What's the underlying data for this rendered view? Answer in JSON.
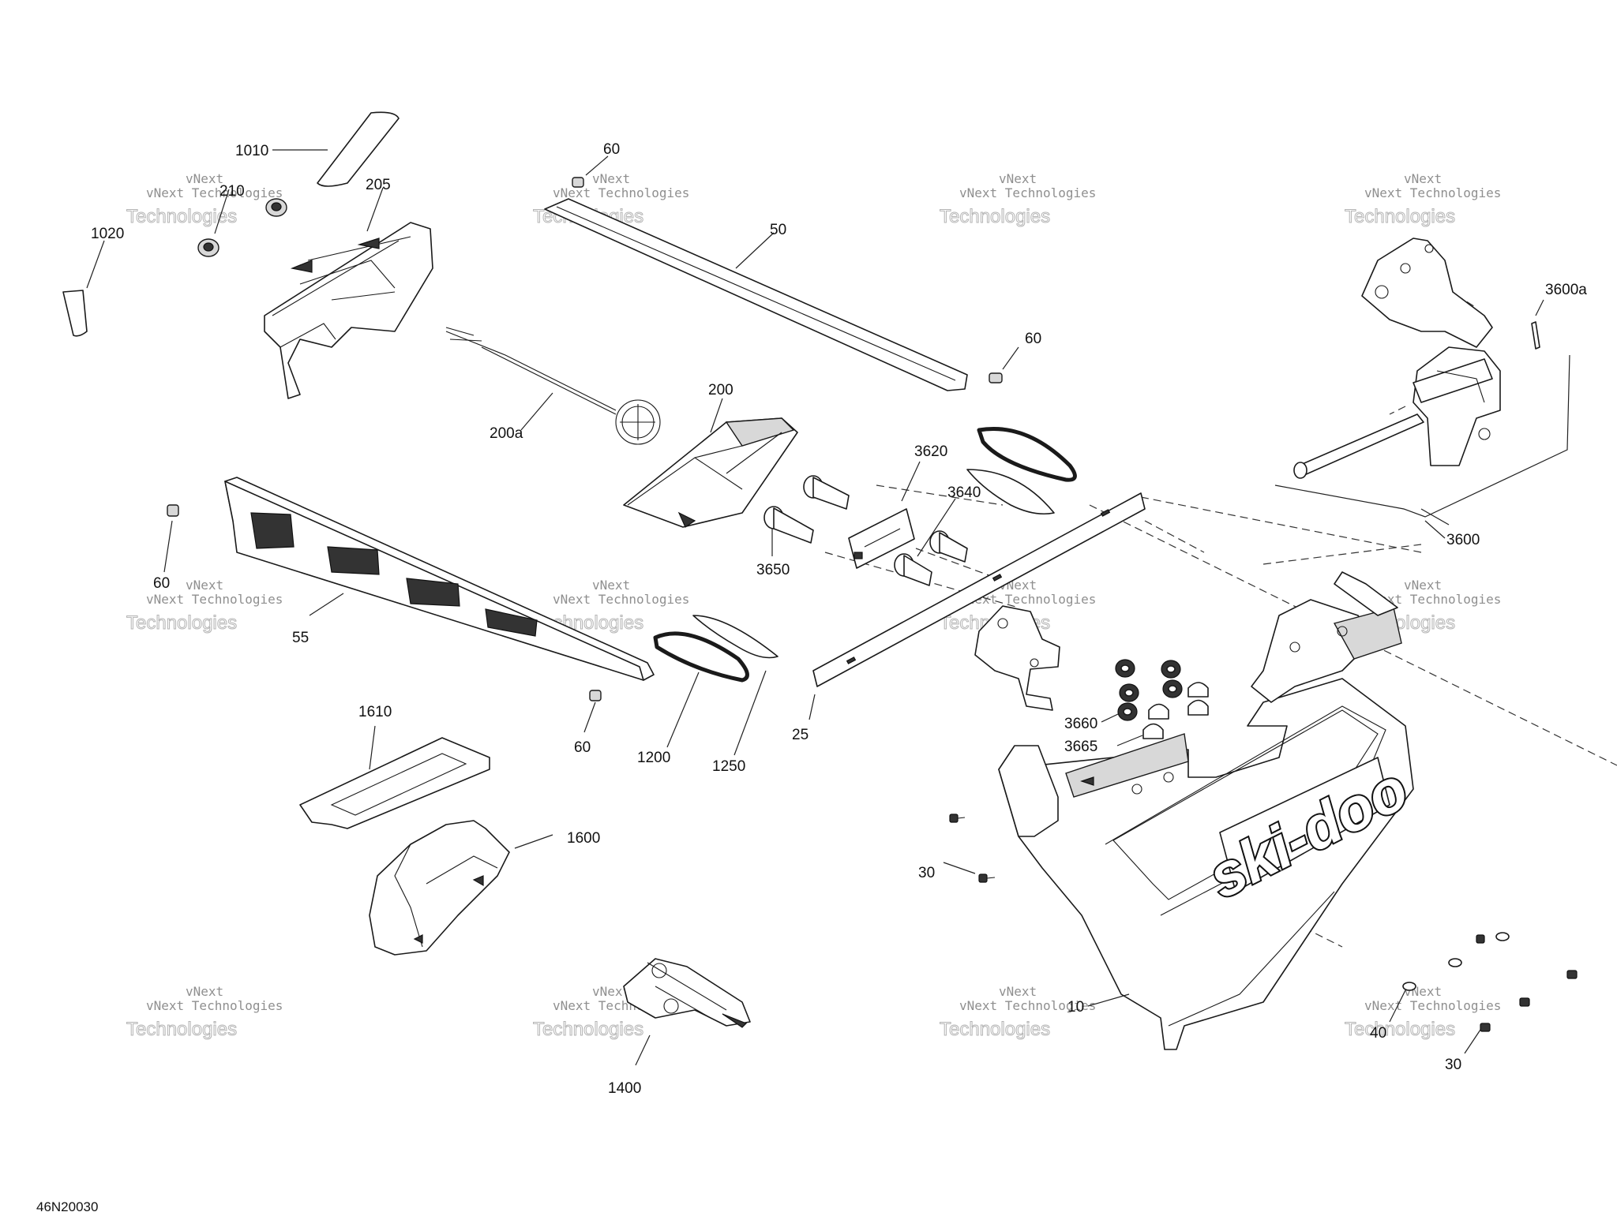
{
  "drawing_number": "46N20030",
  "watermark": {
    "line1": "vNext",
    "line2": "vNext Technologies",
    "line3": "Technologies"
  },
  "callouts": {
    "c1010": "1010",
    "c1020": "1020",
    "c210": "210",
    "c205": "205",
    "c60a": "60",
    "c50": "50",
    "c60b": "60",
    "c200": "200",
    "c200a": "200a",
    "c3620": "3620",
    "c3640": "3640",
    "c3650": "3650",
    "c3600a": "3600a",
    "c3600": "3600",
    "c60c": "60",
    "c55": "55",
    "c60d": "60",
    "c1200": "1200",
    "c1250": "1250",
    "c25": "25",
    "c3660": "3660",
    "c3665": "3665",
    "c1610": "1610",
    "c1600": "1600",
    "c30a": "30",
    "c10": "10",
    "c40": "40",
    "c30b": "30",
    "c1400": "1400"
  },
  "logo_text": "ski-doo"
}
